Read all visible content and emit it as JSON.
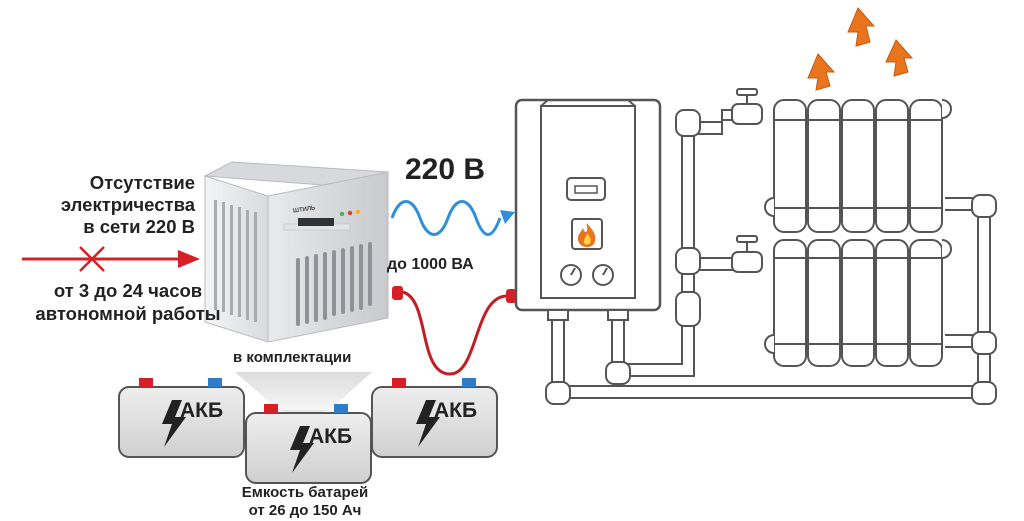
{
  "outage": {
    "line1": "Отсутствие",
    "line2": "электричества",
    "line3": "в сети 220 В"
  },
  "autonomy": {
    "line1": "от 3 до 24 часов",
    "line2": "автономной работы"
  },
  "ups": {
    "brand": "ШТИЛЬ"
  },
  "output": {
    "voltage": "220 В",
    "power": "до 1000 ВА"
  },
  "kit": {
    "label": "в комплектации"
  },
  "batteries": {
    "label_1": "АКБ",
    "label_2": "АКБ",
    "label_3": "АКБ"
  },
  "capacity": {
    "line1": "Емкость батарей",
    "line2": "от 26 до 150 Ач"
  },
  "colors": {
    "red": "#d61f26",
    "blue_wave": "#2f8fd8",
    "orange_heat": "#e8741e",
    "line_gray": "#555555"
  }
}
